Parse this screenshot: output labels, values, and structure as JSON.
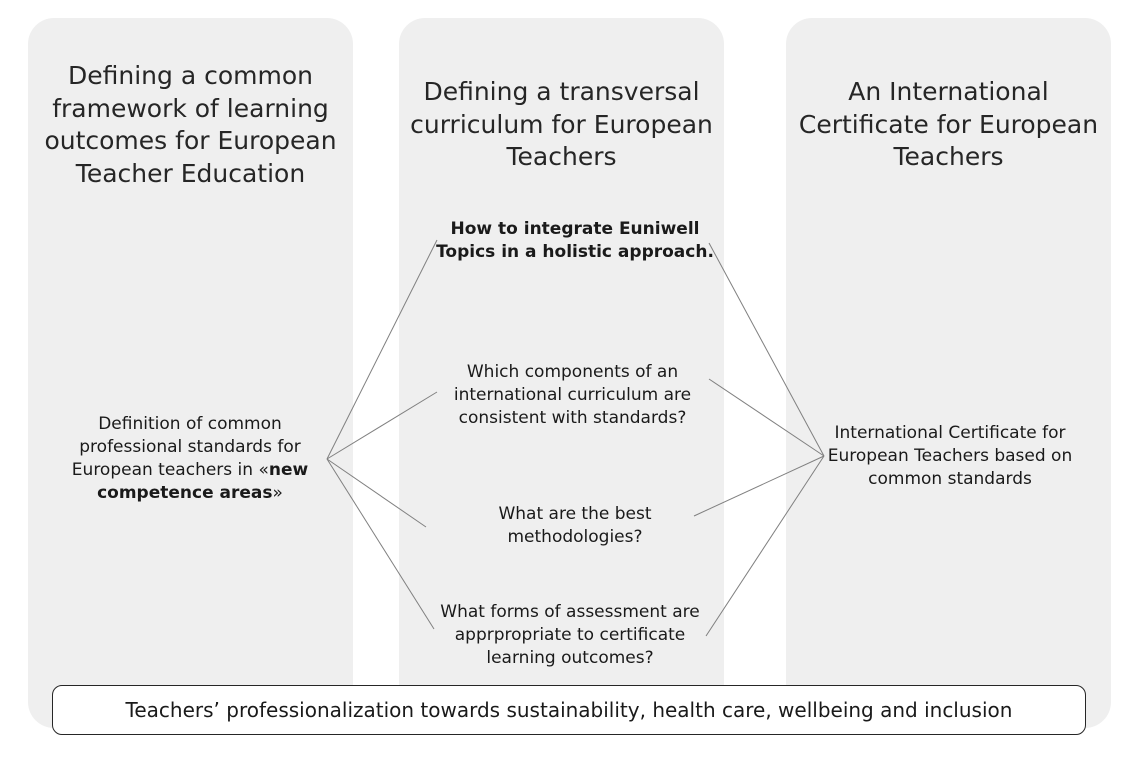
{
  "columns": [
    {
      "title": "Defining a common framework of learning outcomes for European Teacher Education"
    },
    {
      "title": "Defining a transversal curriculum for European Teachers"
    },
    {
      "title": "An International Certificate for European Teachers"
    }
  ],
  "left_node": {
    "text": "Definition of common professional standards for European teachers in «",
    "bold": "new competence areas",
    "suffix": "»"
  },
  "questions": [
    {
      "text": "How to integrate Euniwell Topics in a holistic approach."
    },
    {
      "text": "Which components of an international curriculum are consistent with standards?"
    },
    {
      "text": "What are the best methodologies?"
    },
    {
      "text": "What forms of assessment are apprpropriate to certificate learning outcomes?"
    }
  ],
  "right_node": {
    "text": "International Certificate for European Teachers based on common standards"
  },
  "footer": {
    "text": "Teachers’ professionalization towards sustainability, health care, wellbeing and inclusion"
  },
  "colors": {
    "panel": "#efefef",
    "line": "#808080",
    "border": "#262626"
  }
}
